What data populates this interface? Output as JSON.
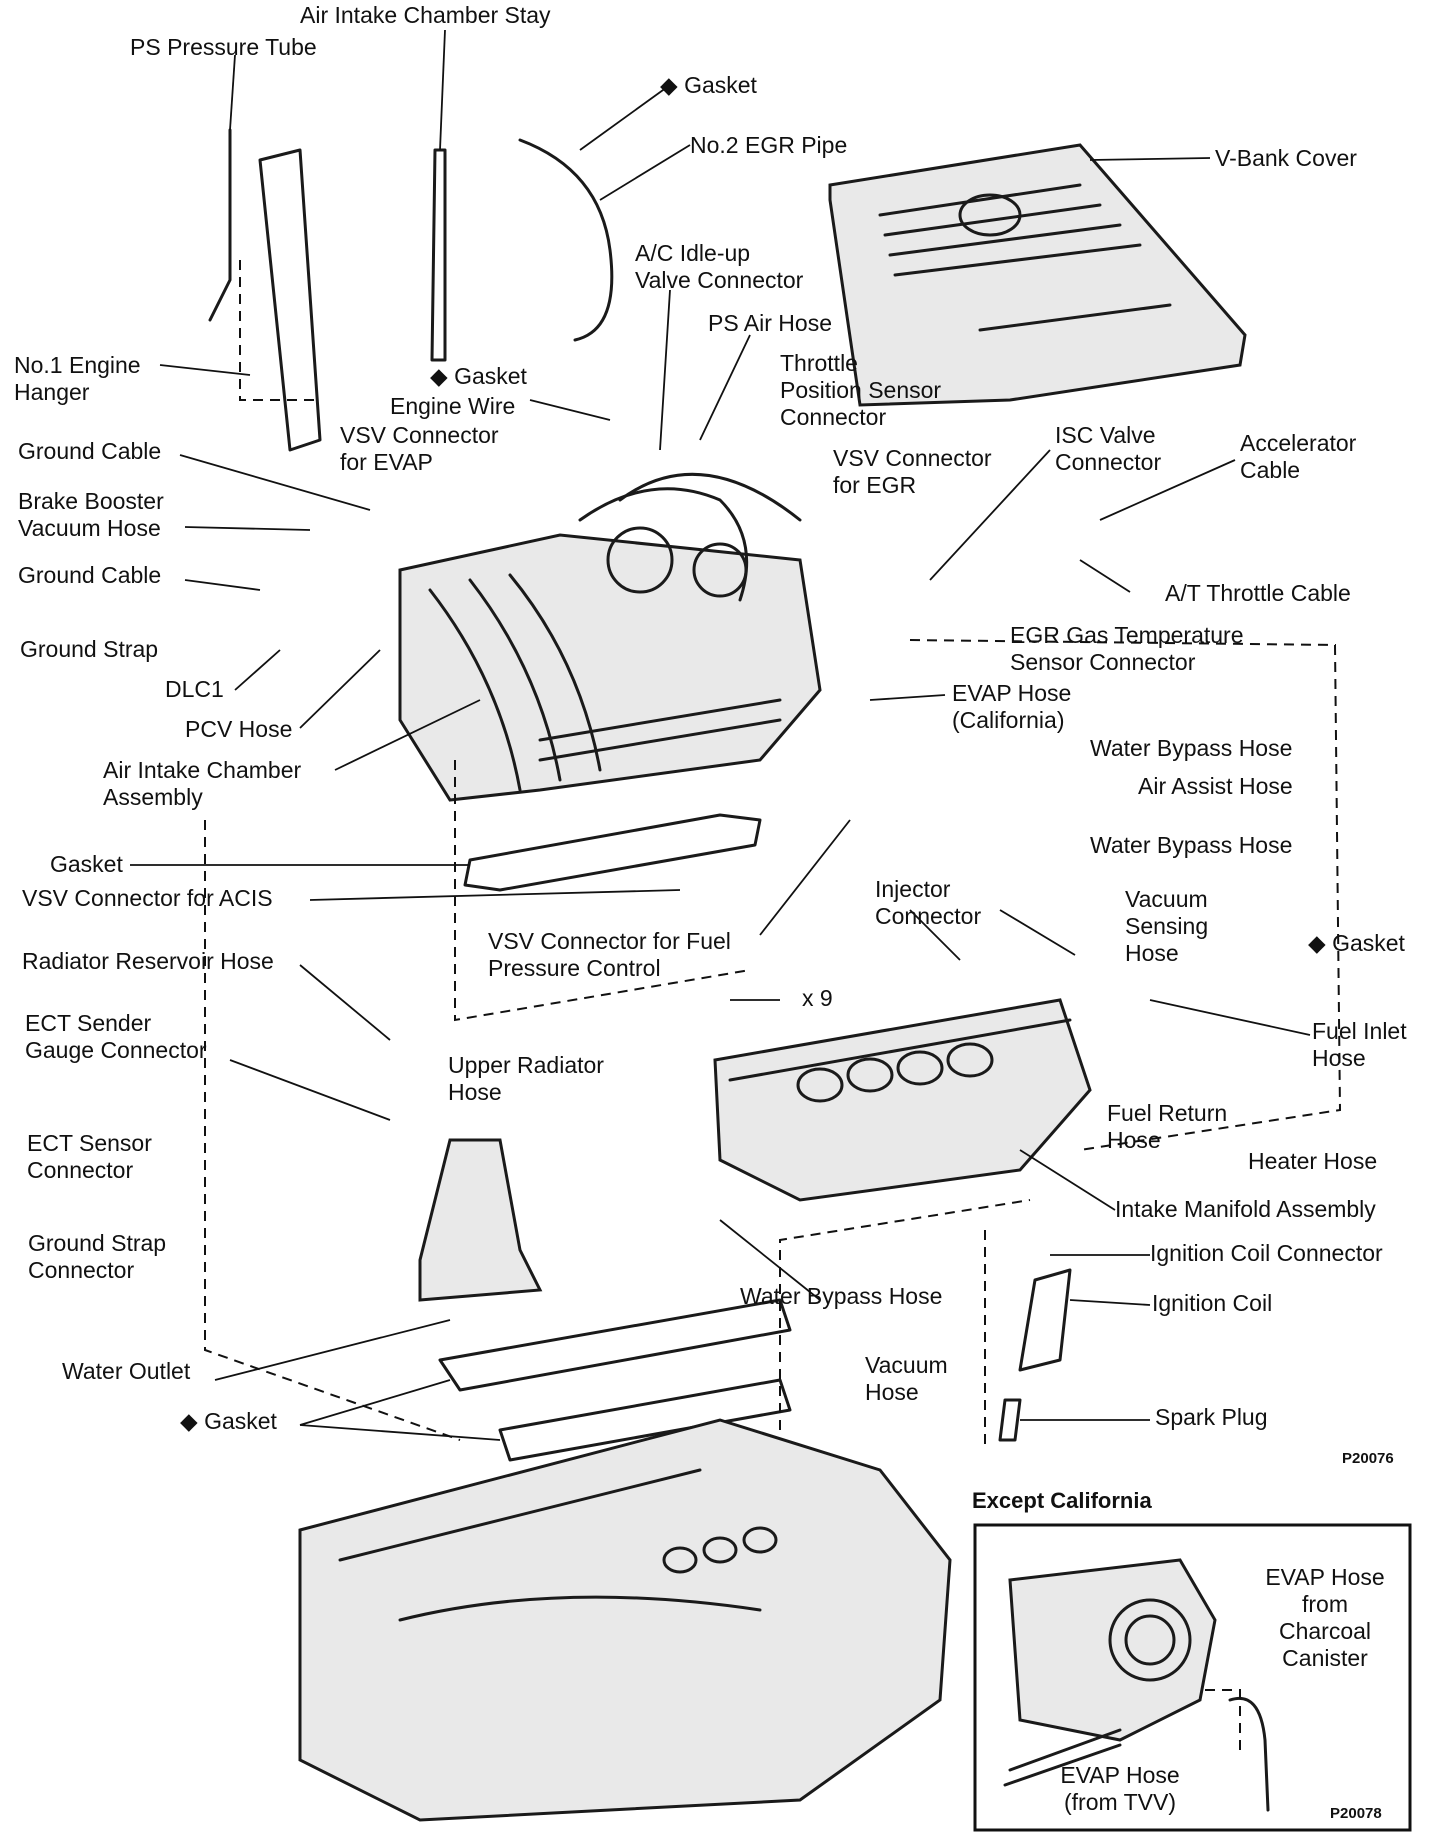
{
  "labels": {
    "air_intake_chamber_stay": "Air Intake Chamber Stay",
    "ps_pressure_tube": "PS Pressure Tube",
    "gasket_top": "◆ Gasket",
    "no2_egr_pipe": "No.2 EGR Pipe",
    "v_bank_cover": "V-Bank Cover",
    "ac_idle_up": "A/C Idle-up\nValve Connector",
    "ps_air_hose": "PS Air Hose",
    "throttle_position_sensor": "Throttle\nPosition Sensor\nConnector",
    "no1_engine_hanger": "No.1 Engine\nHanger",
    "gasket_mid": "◆ Gasket",
    "engine_wire": "Engine Wire",
    "vsv_evap": "VSV Connector\nfor EVAP",
    "ground_cable_1": "Ground Cable",
    "vsv_egr": "VSV Connector\nfor EGR",
    "isc_valve": "ISC Valve\nConnector",
    "accelerator_cable": "Accelerator\nCable",
    "brake_booster": "Brake Booster\nVacuum Hose",
    "ground_cable_2": "Ground Cable",
    "at_throttle_cable": "A/T Throttle Cable",
    "ground_strap": "Ground Strap",
    "egr_gas_temp": "EGR Gas Temperature\nSensor Connector",
    "dlc1": "DLC1",
    "evap_hose_ca": "EVAP Hose\n(California)",
    "pcv_hose": "PCV Hose",
    "air_intake_chamber_assembly": "Air Intake Chamber\nAssembly",
    "water_bypass_hose_1": "Water Bypass Hose",
    "air_assist_hose": "Air Assist Hose",
    "water_bypass_hose_2": "Water Bypass Hose",
    "gasket_left": "Gasket",
    "vsv_acis": "VSV Connector for ACIS",
    "injector_connector": "Injector\nConnector",
    "vacuum_sensing_hose": "Vacuum\nSensing\nHose",
    "gasket_right": "◆ Gasket",
    "vsv_fuel_pressure": "VSV Connector for Fuel\nPressure Control",
    "radiator_reservoir_hose": "Radiator Reservoir Hose",
    "x9": "x 9",
    "fuel_inlet_hose": "Fuel Inlet\nHose",
    "ect_sender": "ECT Sender\nGauge Connector",
    "upper_radiator_hose": "Upper Radiator\nHose",
    "fuel_return_hose": "Fuel Return\nHose",
    "heater_hose": "Heater Hose",
    "ect_sensor": "ECT Sensor\nConnector",
    "intake_manifold_assembly": "Intake Manifold Assembly",
    "ground_strap_connector": "Ground Strap\nConnector",
    "ignition_coil_connector": "Ignition Coil Connector",
    "water_bypass_hose_3": "Water Bypass Hose",
    "ignition_coil": "Ignition Coil",
    "water_outlet": "Water Outlet",
    "vacuum_hose": "Vacuum\nHose",
    "gasket_bottom": "◆ Gasket",
    "spark_plug": "Spark Plug",
    "evap_hose_charcoal": "EVAP Hose\nfrom\nCharcoal\nCanister",
    "evap_hose_tvv": "EVAP Hose\n(from TVV)"
  },
  "refs": {
    "main": "P20076",
    "inset": "P20078"
  },
  "inset": {
    "title": "Except California"
  }
}
